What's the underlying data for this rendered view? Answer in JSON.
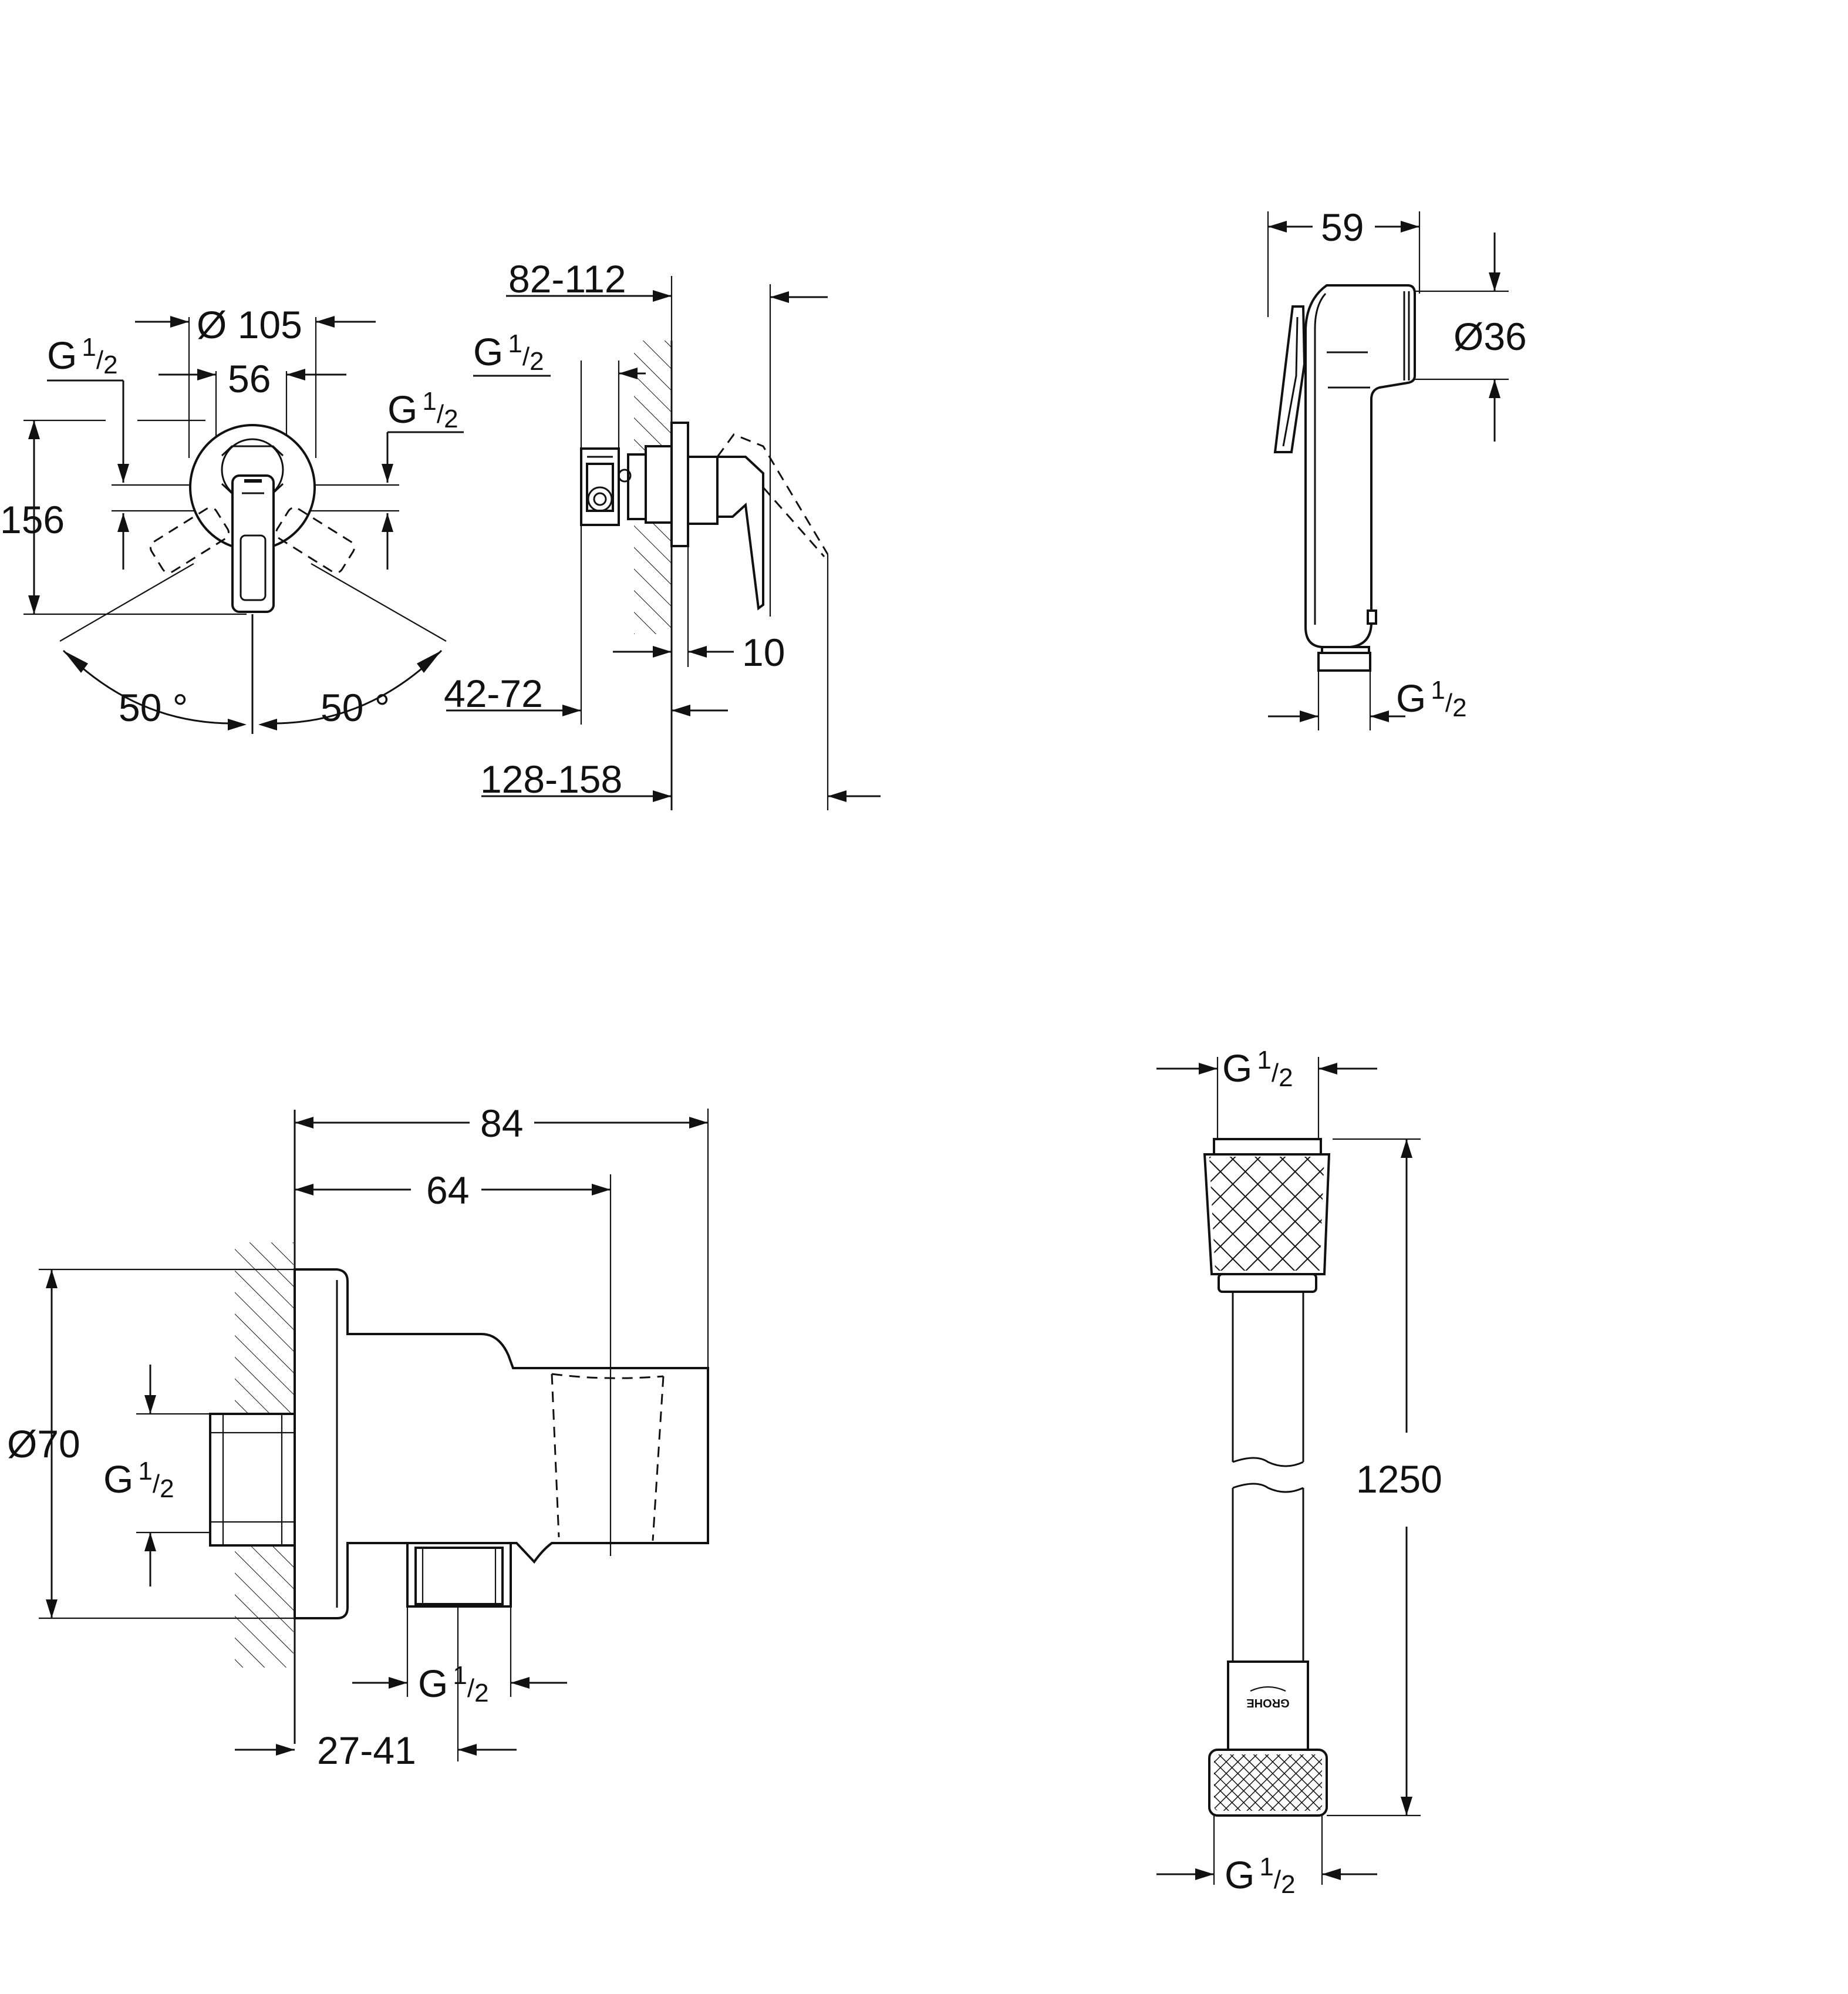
{
  "symbols": {
    "diameter": "Ø",
    "thread_g": "G",
    "fraction_num": "1",
    "fraction_bar": "/",
    "fraction_den": "2",
    "degree": "°"
  },
  "mixer_front": {
    "diameter": "105",
    "width": "56",
    "height": "156",
    "angle_left": "50",
    "angle_right": "50"
  },
  "mixer_side": {
    "depth_range": "82-112",
    "wall_range": "42-72",
    "total_range": "128-158",
    "plate": "10"
  },
  "hand_shower": {
    "width": "59",
    "head_diameter": "36"
  },
  "wall_outlet": {
    "width_total": "84",
    "width_holder": "64",
    "diameter": "70",
    "wall_range": "27-41"
  },
  "hose": {
    "length": "1250",
    "logo": "GROHE"
  }
}
